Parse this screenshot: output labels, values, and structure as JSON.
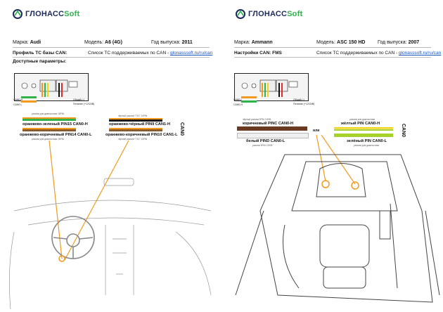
{
  "brand": {
    "prefix": "ГЛОНАСС",
    "suffix": "Soft"
  },
  "left": {
    "make_label": "Марка:",
    "make": "Audi",
    "model_label": "Модель:",
    "model": "A6 (4G)",
    "year_label": "Год выпуска:",
    "year": "2011",
    "profile_label": "Профиль ТС базы CAN:",
    "list_label": "Список ТС поддерживаемых по CAN -",
    "list_url": "glonasssoft.ru/ru/can",
    "params_label": "Доступные параметры:",
    "pins": {
      "can0h": "CAN0-H",
      "can0l": "CAN0-L",
      "ground": "Общий (-)",
      "power": "Питание (+12/24В)"
    },
    "note_top": "разъем для диагностики 16PIN",
    "bar1": "оранжево-зеленый PIN15 CAN0-H",
    "bar2": "оранжево-коричневый PIN14 CAN0-L",
    "note_bottom": "разъем для диагностики 16PIN",
    "note_r_top": "чёрный разъем \"T10\" 10PIN",
    "bar3": "оранжево-чёрный PIN9 CAN1-H",
    "bar4": "оранжево-коричневый PIN10 CAN1-L",
    "note_r_bottom": "чёрный разъем \"T10\" 10PIN",
    "can_label": "CAN0"
  },
  "right": {
    "make_label": "Марка:",
    "make": "Ammann",
    "model_label": "Модель:",
    "model": "ASC 150 HD",
    "year_label": "Год выпуска:",
    "year": "2007",
    "settings_label": "Настройки CAN: FMS",
    "list_label": "Список ТС поддерживаемых по CAN -",
    "list_url": "glonasssoft.ru/ru/can",
    "pins": {
      "can0l": "CAN0-L",
      "can0h": "CAN0-H",
      "ground": "Общий (-)",
      "power": "Питание (+12/24В)"
    },
    "note1": "чёрный разъем 9PIN J1939",
    "bar1": "коричневый PINC CAN0-H",
    "bar2": "белый PIND CAN0-L",
    "note2": "разъем 9PIN J1939",
    "or_label": "или",
    "note3": "разъем для диагностики",
    "bar3": "жёлтый PIN CAN0-H",
    "bar4": "зелёный PIN CAN0-L",
    "note4": "разъем для диагностики",
    "can_label": "CAN0"
  },
  "colors": {
    "navy": "#1b2a5a",
    "green": "#2db34a",
    "orange": "#f39a1e",
    "link": "#1a56c4"
  }
}
